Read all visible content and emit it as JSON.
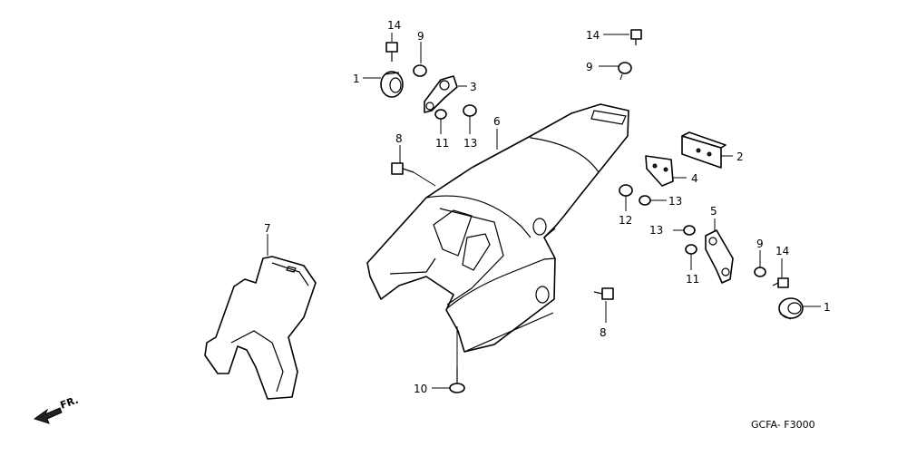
{
  "diagram": {
    "callouts": [
      "1",
      "2",
      "3",
      "4",
      "5",
      "6",
      "7",
      "8",
      "9",
      "10",
      "11",
      "12",
      "13",
      "14"
    ],
    "front_indicator": "FR.",
    "figure_code": "GCFA- F3000"
  }
}
